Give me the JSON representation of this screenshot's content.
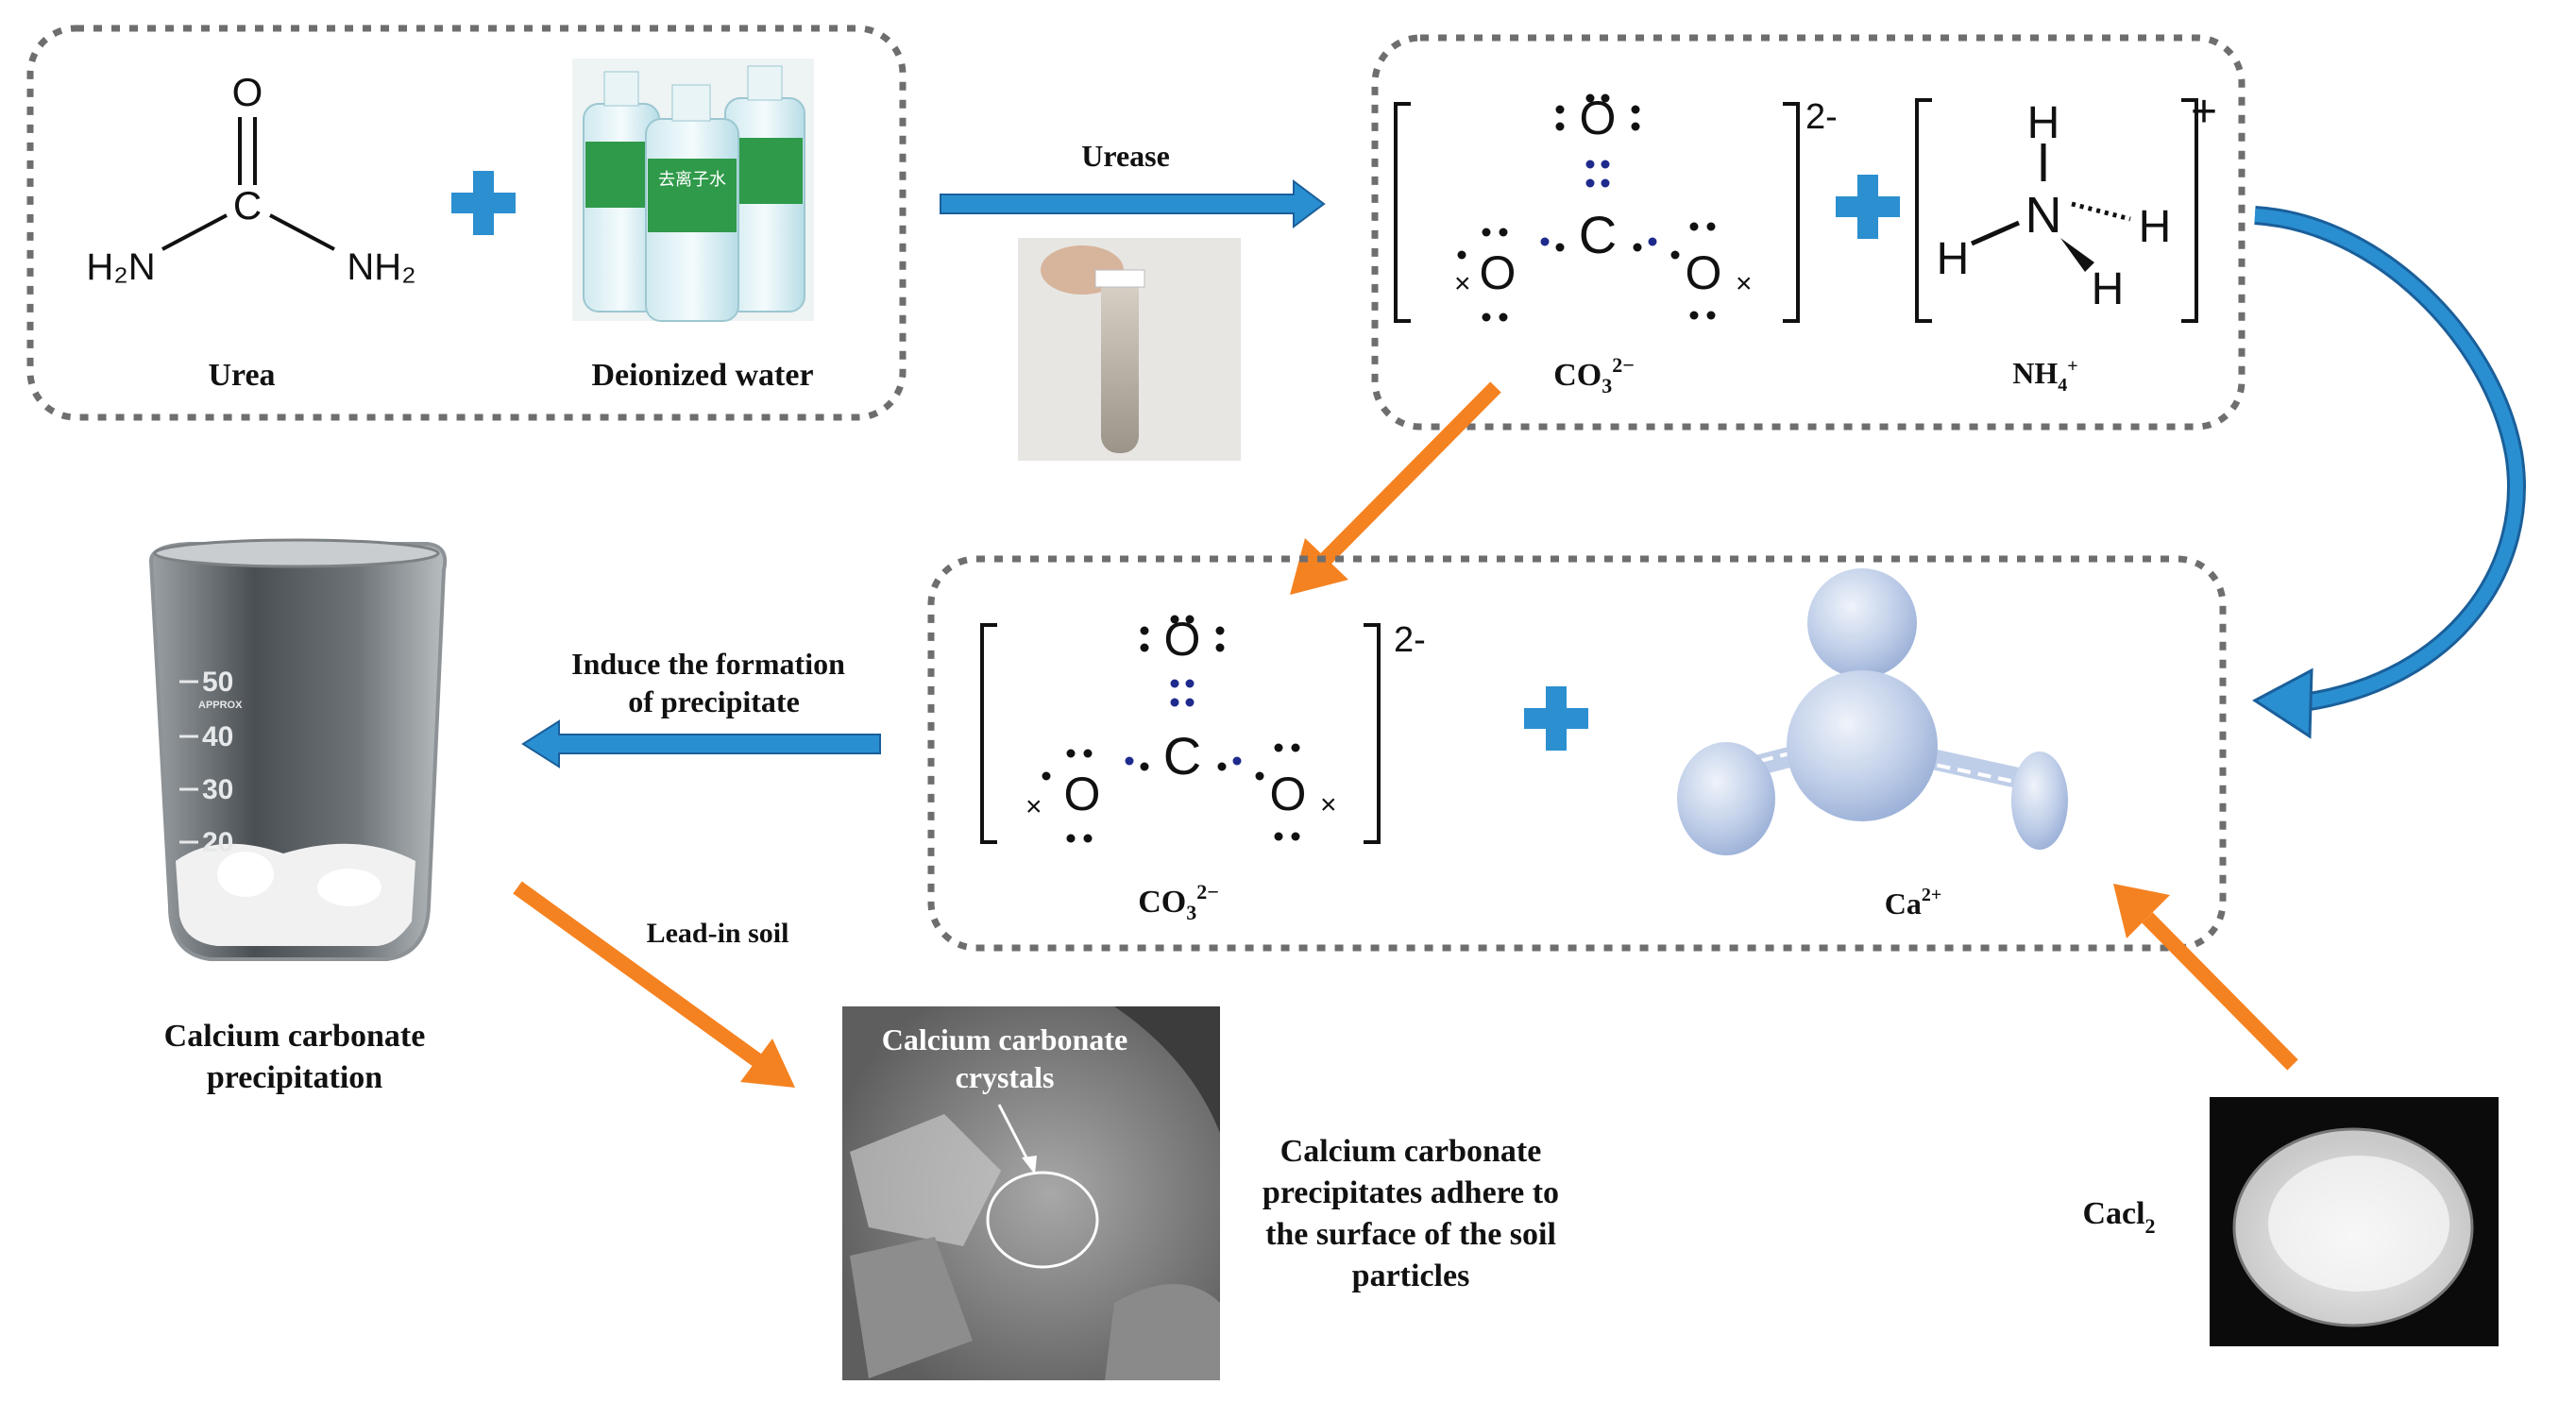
{
  "box1": {
    "urea_label": "Urea",
    "water_label": "Deionized water",
    "bottle_text": "去离子水",
    "urea_atoms": {
      "o": "O",
      "c": "C",
      "nh2_left": "H₂N",
      "nh2_right": "NH₂"
    }
  },
  "arrow_urease": {
    "label": "Urease"
  },
  "box2": {
    "carbonate_charge": "2-",
    "ammonium_charge": "+",
    "carbonate_label": {
      "base": "CO",
      "sub": "3",
      "sup": "2−"
    },
    "ammonium_label": {
      "base": "NH",
      "sub": "4",
      "sup": "+"
    },
    "atoms": {
      "o": "O",
      "c": "C",
      "n": "N",
      "h": "H",
      "x": "×"
    }
  },
  "box3": {
    "carbonate_charge": "2-",
    "carbonate_label": {
      "base": "CO",
      "sub": "3",
      "sup": "2−"
    },
    "calcium_label": {
      "base": "Ca",
      "sup": "2+"
    }
  },
  "induce_label": [
    "Induce the formation",
    "of precipitate"
  ],
  "beaker": {
    "marks": [
      "50",
      "40",
      "30",
      "20"
    ],
    "approx": "APPROX",
    "label": [
      "Calcium carbonate",
      "precipitation"
    ]
  },
  "leadin_label": "Lead-in soil",
  "sem": {
    "label": [
      "Calcium carbonate",
      "crystals"
    ]
  },
  "adhere_label": [
    "Calcium carbonate",
    "precipitates adhere to",
    "the surface of the soil",
    "particles"
  ],
  "cacl2": {
    "base": "Cacl",
    "sub": "2"
  },
  "colors": {
    "blue_arrow": "#2a8fd0",
    "orange_arrow": "#f58220",
    "plus": "#2b8fd0",
    "dash_border": "#6e6e6e",
    "lone_pair_blue": "#1e2a8c"
  }
}
